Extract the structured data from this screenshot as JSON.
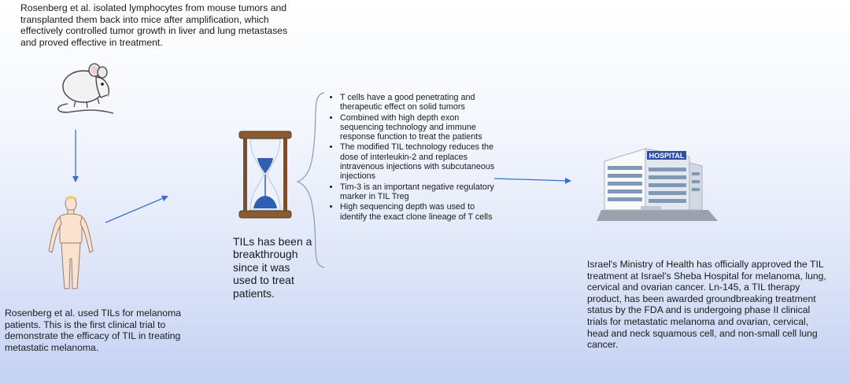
{
  "texts": {
    "top": "Rosenberg et al. isolated lymphocytes from mouse tumors and transplanted them back into mice after amplification, which effectively controlled tumor growth in liver and lung metastases and proved effective in treatment.",
    "bottom_left": "Rosenberg et al. used TILs for melanoma patients. This is the first clinical trial to demonstrate the efficacy of TIL in treating metastatic melanoma.",
    "tils": "TILs has been a breakthrough since it was used to treat patients.",
    "right": "Israel's Ministry of Health has officially approved the TIL treatment at Israel's Sheba Hospital for melanoma, lung, cervical and ovarian cancer. Ln-145, a TIL therapy product, has been awarded groundbreaking treatment status by the FDA and is undergoing phase II clinical trials for metastatic melanoma and ovarian, cervical, head and neck squamous cell, and non-small cell lung cancer."
  },
  "bullets": [
    "T cells have a good penetrating and therapeutic effect on solid tumors",
    "Combined with high depth exon sequencing technology and immune response function to treat the patients",
    "The modified TIL technology reduces the dose of interleukin-2 and replaces intravenous injections with subcutaneous injections",
    "Tim-3 is an important negative regulatory marker in TIL Treg",
    "High sequencing depth was used to identify the exact clone lineage of T cells"
  ],
  "hospital_sign": "HOSPITAL",
  "icons": [
    "mouse-icon",
    "human-body-icon",
    "hourglass-icon",
    "hospital-icon"
  ],
  "colors": {
    "arrow": "#3a6fd0",
    "brace": "#8898b8"
  }
}
